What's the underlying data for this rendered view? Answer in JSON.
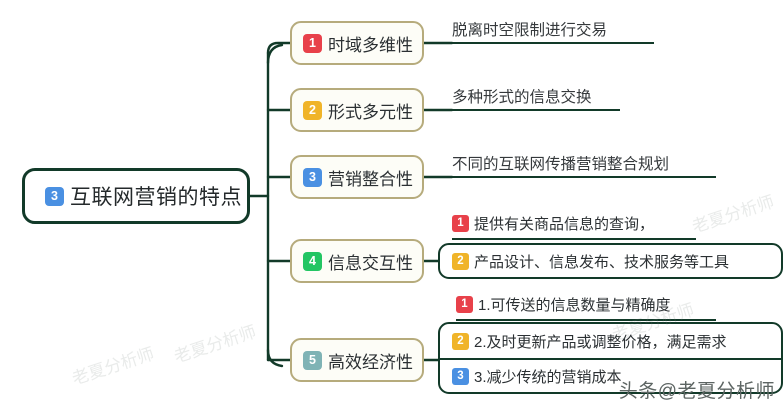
{
  "mindmap": {
    "root": {
      "badge": "3",
      "badge_color": "#4a90e2",
      "label": "互联网营销的特点"
    },
    "branches": [
      {
        "badge": "1",
        "badge_color": "#e8414a",
        "label": "时域多维性",
        "leaves": [
          {
            "text": "脱离时空限制进行交易",
            "style": "plain"
          }
        ]
      },
      {
        "badge": "2",
        "badge_color": "#f0b429",
        "label": "形式多元性",
        "leaves": [
          {
            "text": "多种形式的信息交换",
            "style": "plain"
          }
        ]
      },
      {
        "badge": "3",
        "badge_color": "#4a90e2",
        "label": "营销整合性",
        "leaves": [
          {
            "text": "不同的互联网传播营销整合规划",
            "style": "plain"
          }
        ]
      },
      {
        "badge": "4",
        "badge_color": "#23c563",
        "label": "信息交互性",
        "leaves": [
          {
            "badge": "1",
            "badge_color": "#e8414a",
            "text": "提供有关商品信息的查询，",
            "style": "badged"
          },
          {
            "badge": "2",
            "badge_color": "#f0b429",
            "text": "产品设计、信息发布、技术服务等工具",
            "style": "boxed"
          }
        ]
      },
      {
        "badge": "5",
        "badge_color": "#7fb3b5",
        "label": "高效经济性",
        "leaves": [
          {
            "badge": "1",
            "badge_color": "#e8414a",
            "text": "1.可传送的信息数量与精确度",
            "style": "badged"
          },
          {
            "badge": "2",
            "badge_color": "#f0b429",
            "text": "2.及时更新产品或调整价格，满足需求",
            "style": "boxed"
          },
          {
            "badge": "3",
            "badge_color": "#4a90e2",
            "text": "3.减少传统的营销成本",
            "style": "boxed"
          }
        ]
      }
    ],
    "watermark": {
      "main": "头条@老夏分析师",
      "faint": "老夏分析师"
    },
    "colors": {
      "connector": "#123a29",
      "node_border": "#b6ab7c",
      "node_fill": "#fdfdf7",
      "root_border": "#123a29",
      "background": "#ffffff"
    }
  }
}
